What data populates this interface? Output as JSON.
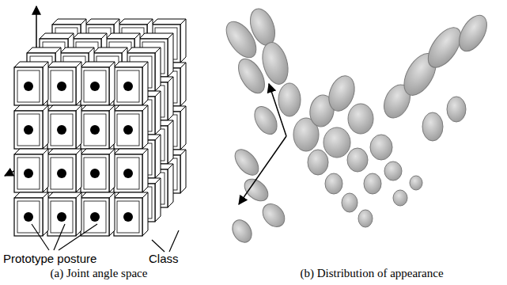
{
  "diagram": {
    "labels": [
      "Prototype posture",
      "Class",
      "(a) Joint angle space",
      "(b) Distribution of appearance"
    ]
  }
}
